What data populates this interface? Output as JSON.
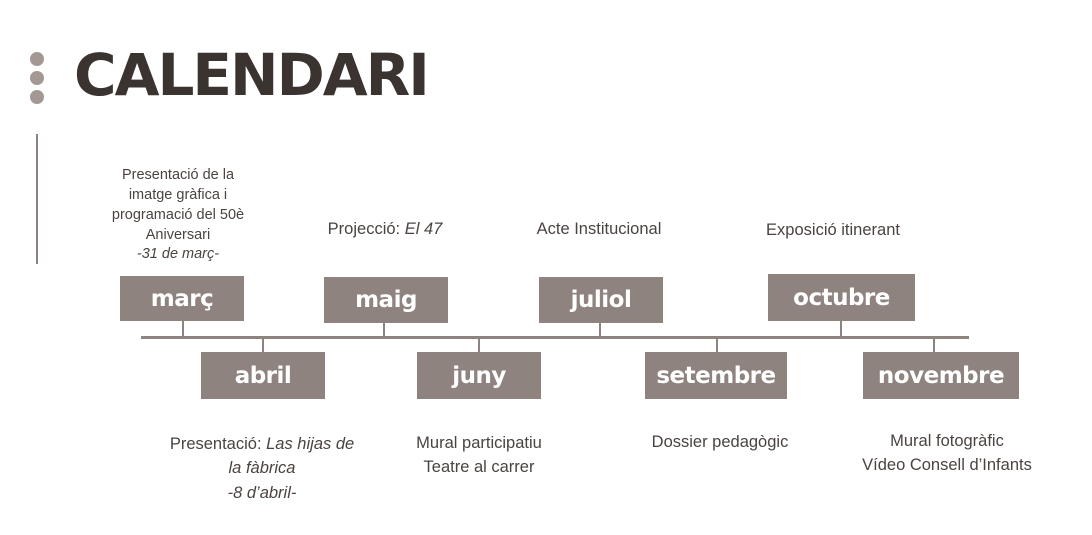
{
  "title": "CALENDARI",
  "colors": {
    "box": "#8f837f",
    "title": "#3a3330",
    "line": "#8d837f",
    "dots": "#a39893"
  },
  "months": {
    "marc": "març",
    "maig": "maig",
    "juliol": "juliol",
    "octubre": "octubre",
    "abril": "abril",
    "juny": "juny",
    "setembre": "setembre",
    "novembre": "novembre"
  },
  "events": {
    "marc": [
      "Presentació de la",
      "imatge gràfica i",
      "programació del 50è",
      "Aniversari",
      "-31 de març-"
    ],
    "maig": {
      "prefix": "Projecció: ",
      "italic": "El 47"
    },
    "juliol": "Acte Institucional",
    "octubre": "Exposició itinerant",
    "abril": {
      "prefix": "Presentació: ",
      "italic1": "Las hijas de",
      "italic2": "la fàbrica",
      "date": "-8 d’abril-"
    },
    "juny": [
      "Mural participatiu",
      "Teatre al carrer"
    ],
    "setembre": "Dossier pedagògic",
    "novembre": [
      "Mural fotogràfic",
      "Vídeo Consell d’Infants"
    ]
  }
}
